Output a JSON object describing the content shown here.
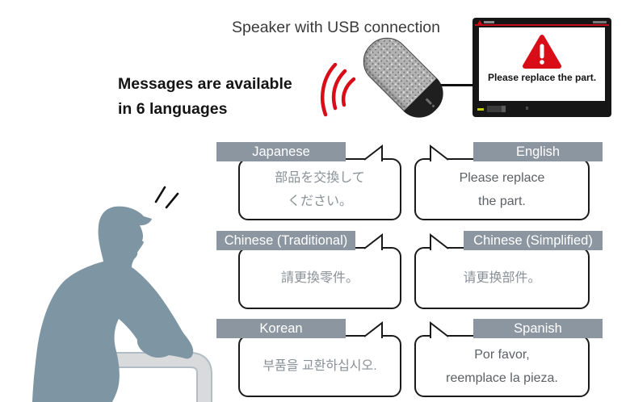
{
  "header": {
    "speaker_label": "Speaker with USB connection",
    "tagline_line1": "Messages are available",
    "tagline_line2": "in 6 languages"
  },
  "monitor": {
    "screen_message": "Please replace the part.",
    "warning_icon": "warning-triangle-icon"
  },
  "illustrations": {
    "speaker_icon": "usb-speaker-illustration",
    "sound_waves_icon": "sound-waves-icon",
    "worker_icon": "worker-pushing-cart-silhouette",
    "alert_marks_icon": "notice-marks-icon"
  },
  "bubbles": [
    {
      "language": "Japanese",
      "lines": [
        "部品を交換して",
        "ください。"
      ]
    },
    {
      "language": "English",
      "lines": [
        "Please replace",
        "the part."
      ]
    },
    {
      "language": "Chinese (Traditional)",
      "lines": [
        "請更換零件。"
      ]
    },
    {
      "language": "Chinese (Simplified)",
      "lines": [
        "请更换部件。"
      ]
    },
    {
      "language": "Korean",
      "lines": [
        "부품을 교환하십시오."
      ]
    },
    {
      "language": "Spanish",
      "lines": [
        "Por favor,",
        "reemplace la pieza."
      ]
    }
  ],
  "colors": {
    "accent_red": "#d90d18",
    "language_bar_gray": "#8c96a1",
    "bubble_border": "#1a1a1a",
    "cjk_text_gray": "#8a9096",
    "latin_text_gray": "#5d6166",
    "person_blue_gray": "#7e96a3"
  }
}
